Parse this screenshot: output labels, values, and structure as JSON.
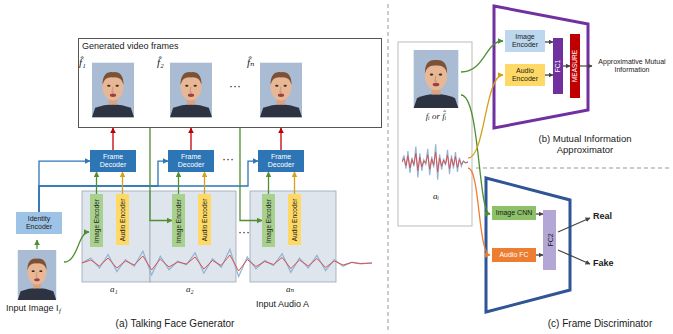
{
  "diagram": {
    "nodes": [
      {
        "text": [
          "Generated video frames"
        ]
      },
      {
        "text": [
          "Frame Decoder"
        ]
      },
      {
        "text": [
          "Frame Decoder"
        ]
      },
      {
        "text": [
          "Frame Decoder"
        ]
      },
      {
        "text": [
          "Identity Encoder"
        ]
      },
      {
        "text": [
          "Image Encoder"
        ]
      },
      {
        "text": [
          "Audio Encoder"
        ]
      },
      {
        "text": [
          "Image Encoder"
        ]
      },
      {
        "text": [
          "Audio Encoder"
        ]
      },
      {
        "text": [
          "Image Encoder"
        ]
      },
      {
        "text": [
          "Audio Encoder"
        ]
      },
      {
        "text": [
          "Image Encoder"
        ]
      },
      {
        "text": [
          "Audio Encoder"
        ]
      },
      {
        "text": [
          "FC1"
        ]
      },
      {
        "text": [
          "MEASURE"
        ]
      },
      {
        "text": [
          "Image CNN"
        ]
      },
      {
        "text": [
          "Audio FC"
        ]
      },
      {
        "text": [
          "FC2"
        ]
      }
    ],
    "edges": [
      {
        "from": 1,
        "to": 0,
        "arrow": "to"
      },
      {
        "from": 2,
        "to": 0,
        "arrow": "to"
      },
      {
        "from": 3,
        "to": 0,
        "arrow": "to"
      },
      {
        "from": 4,
        "to": 1,
        "arrow": "to"
      },
      {
        "from": 4,
        "to": 2,
        "arrow": "to"
      },
      {
        "from": 4,
        "to": 3,
        "arrow": "to"
      },
      {
        "from": 5,
        "to": 1,
        "arrow": "to"
      },
      {
        "from": 6,
        "to": 1,
        "arrow": "to"
      },
      {
        "from": 7,
        "to": 2,
        "arrow": "to"
      },
      {
        "from": 8,
        "to": 2,
        "arrow": "to"
      },
      {
        "from": 9,
        "to": 3,
        "arrow": "to"
      },
      {
        "from": 10,
        "to": 3,
        "arrow": "to"
      },
      {
        "from": 0,
        "to": 7,
        "arrow": "to"
      },
      {
        "from": 0,
        "to": 9,
        "arrow": "to"
      },
      {
        "from": 11,
        "to": 13,
        "arrow": "to"
      },
      {
        "from": 12,
        "to": 13,
        "arrow": "to"
      },
      {
        "from": 13,
        "to": 14,
        "arrow": "to"
      },
      {
        "from": 15,
        "to": 17,
        "arrow": "to"
      },
      {
        "from": 16,
        "to": 17,
        "arrow": "to"
      }
    ],
    "labels": [
      "f̂₁",
      "f̂₂",
      "f̂ₙ",
      "···",
      "···",
      "···",
      "Input Image I",
      "f",
      "a₁",
      "a₂",
      "aₙ",
      "Input Audio A",
      "(a) Talking Face Generator",
      "fᵢ or f̂ᵢ",
      "aᵢ",
      "Approximative Mutual Information",
      "(b) Mutual Information Approximator",
      "Real",
      "Fake",
      "(c) Frame Discriminator"
    ]
  }
}
